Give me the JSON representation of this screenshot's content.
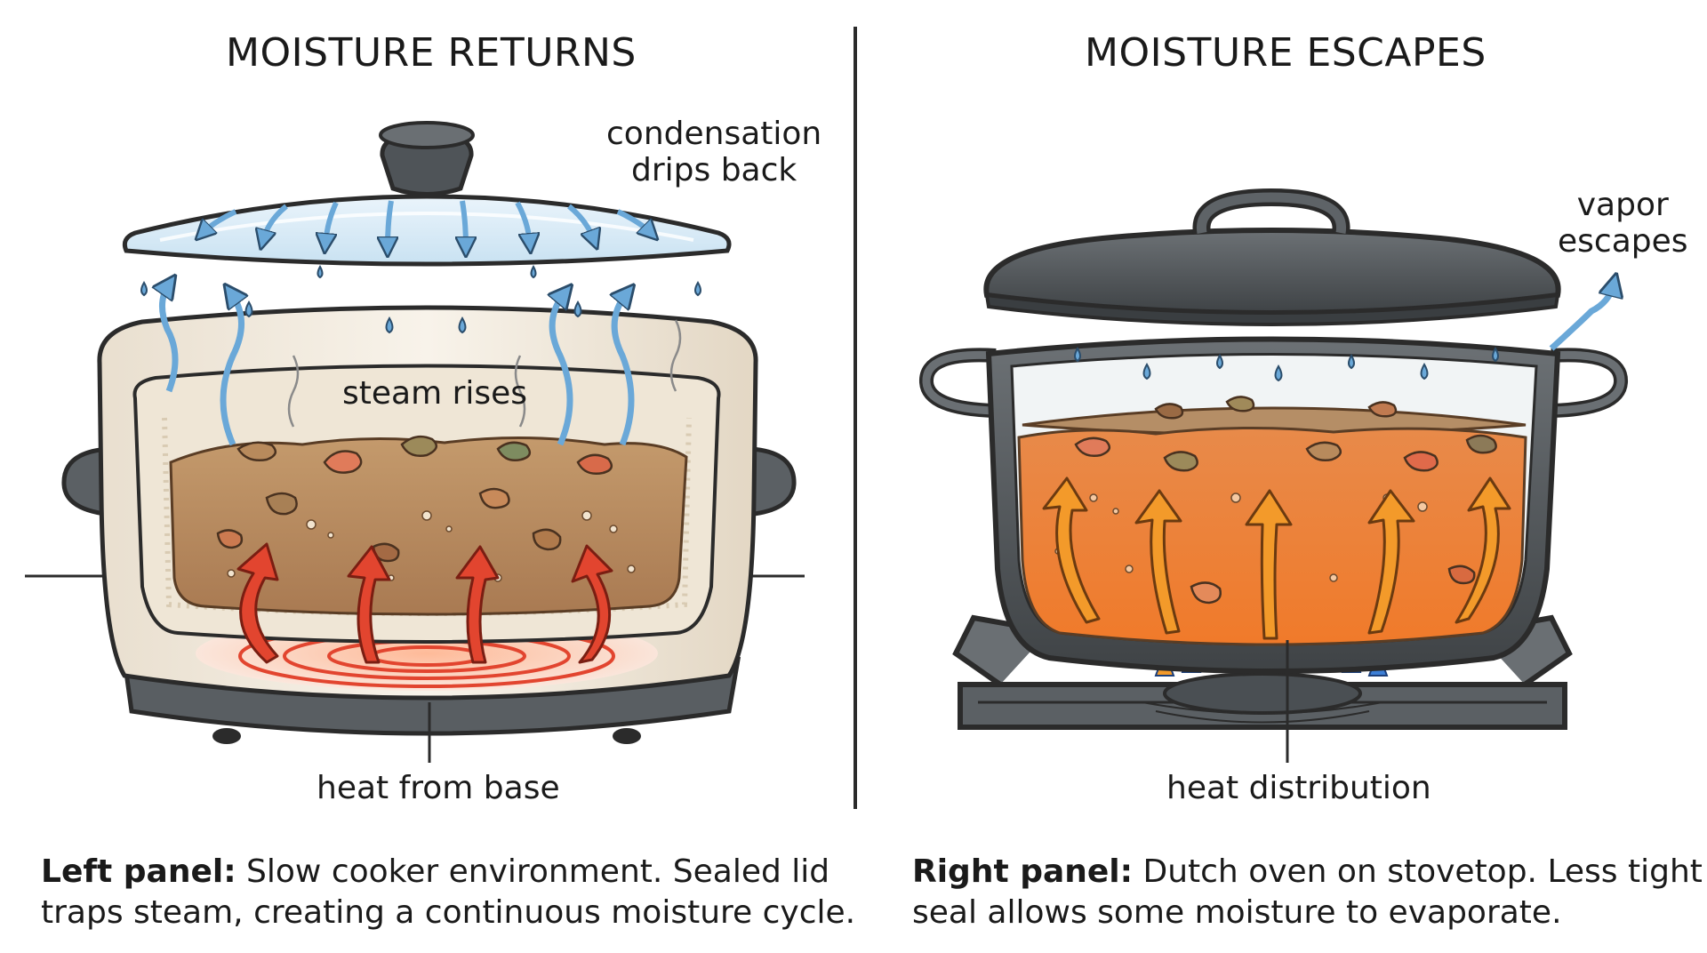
{
  "left": {
    "title": "MOISTURE RETURNS",
    "labels": {
      "condensation_line1": "condensation",
      "condensation_line2": "drips back",
      "steam": "steam rises",
      "heat": "heat from base"
    },
    "caption": {
      "heading": "Left panel:",
      "line1": " Slow cooker environment. Sealed lid",
      "line2": "traps steam, creating a continuous moisture cycle."
    }
  },
  "right": {
    "title": "MOISTURE ESCAPES",
    "labels": {
      "vapor_line1": "vapor",
      "vapor_line2": "escapes",
      "heat": "heat distribution"
    },
    "caption": {
      "heading": "Right panel:",
      "line1": " Dutch oven on stovetop. Less tight",
      "line2": "seal allows some moisture to evaporate."
    }
  },
  "colors": {
    "outline": "#2b2b2b",
    "steam_blue": "#6aa8d8",
    "heat_red": "#e2452f",
    "heat_orange": "#f39a2a",
    "stew": "#c89a6e",
    "ceramic": "#f4ede2",
    "iron": "#555a5e",
    "flame_blue": "#3d7fd6"
  }
}
